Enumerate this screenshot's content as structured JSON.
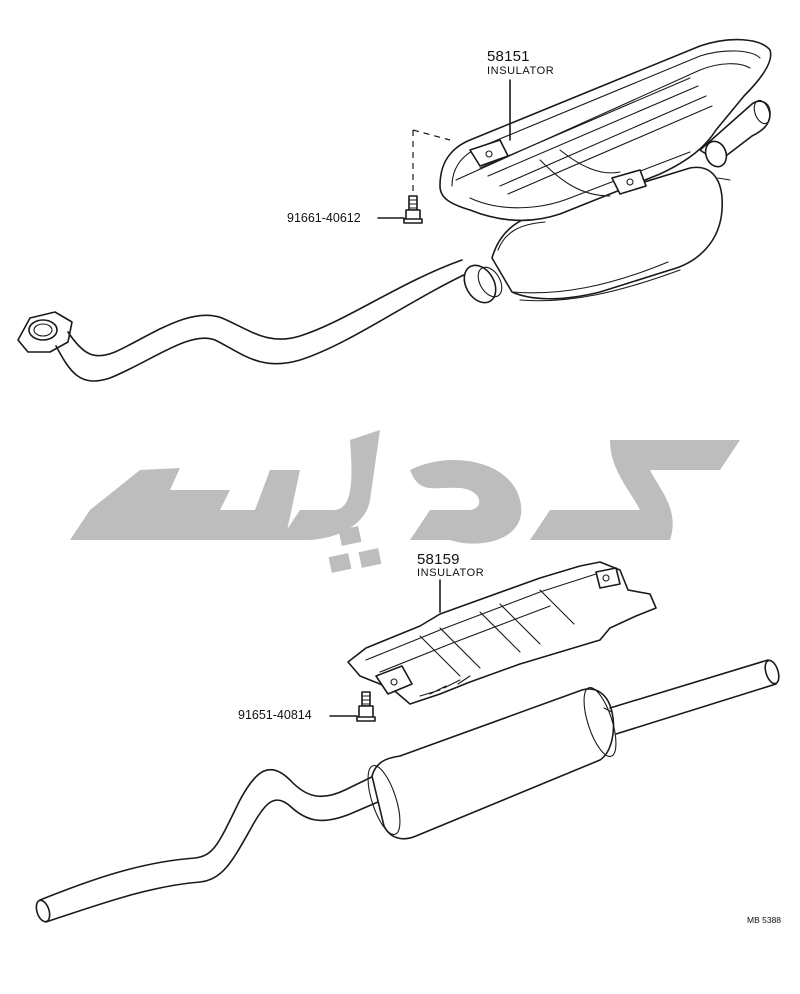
{
  "parts": [
    {
      "number": "58151",
      "name": "INSULATOR"
    },
    {
      "number": "58159",
      "name": "INSULATOR"
    }
  ],
  "fasteners": [
    {
      "number": "91661-40612"
    },
    {
      "number": "91651-40814"
    }
  ],
  "diagram_code": "MB 5388",
  "watermark": {
    "color": "#bdbdbd"
  }
}
